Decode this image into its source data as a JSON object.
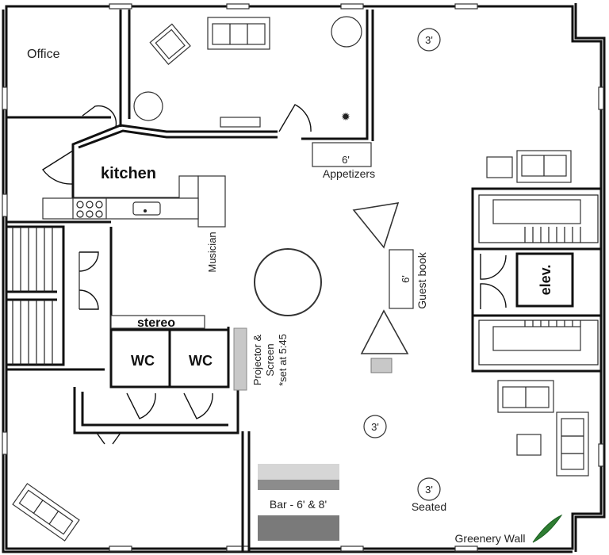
{
  "rooms": {
    "office": "Office",
    "kitchen": "kitchen",
    "stereo": "stereo",
    "wc_left": "WC",
    "wc_right": "WC",
    "elevator": "elev."
  },
  "labels": {
    "appetizers_size": "6'",
    "appetizers": "Appetizers",
    "musician": "Musician",
    "guest_book_size": "6'",
    "guest_book": "Guest book",
    "projector_line1": "Projector &",
    "projector_line2": "Screen",
    "projector_line3": "*set at 5:45",
    "table_top": "3'",
    "table_mid": "3'",
    "table_bottom": "3'",
    "seated": "Seated",
    "bar": "Bar - 6' & 8'",
    "greenery": "Greenery Wall"
  },
  "colors": {
    "bar_light": "#d6d6d6",
    "bar_mid": "#8c8c8c",
    "bar_dark": "#7a7a7a",
    "screen": "#c8c8c8",
    "greenery": "#2e7d32"
  }
}
